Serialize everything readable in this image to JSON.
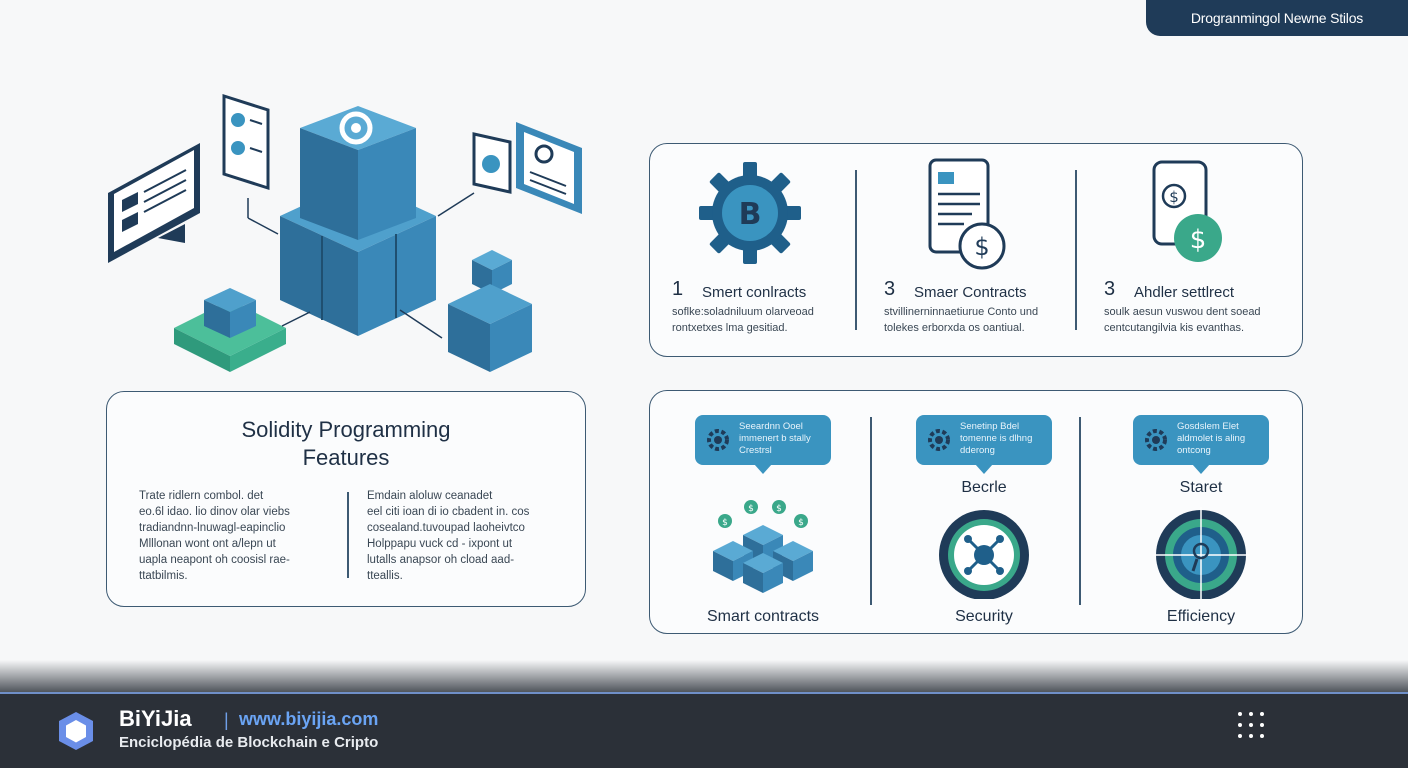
{
  "header": {
    "tag": "Drogranmingol Newne Stilos"
  },
  "left_card": {
    "title_line1": "Solidity Programming",
    "title_line2": "Features",
    "para1": [
      "Trate  ridlern  combol. det",
      "eo.6l idao.  lio  dinov  olar  viebs",
      "tradiandnn-lnuwagl-eapinclio",
      "Mlllonan  wont  ont  a/lepn  ut",
      "uapla  neapont  oh  coosisl  rae-",
      "ttatbilmis."
    ],
    "para2": [
      "Emdain  aloluw  ceanadet",
      "eel  citi ioan  di io  cbadent in. cos",
      "cosealand.tuvoupad laoheivtco",
      "Holppapu  vuck  cd  -  ixpont  ut",
      "lutalls  anapsor  oh  cload  aad-",
      "tteallis."
    ]
  },
  "top_features": [
    {
      "icon": "bitcoin-gear-icon",
      "number": "1",
      "title": "Smert conlracts",
      "desc": [
        "soflke:soladniluum  olarveoad",
        "rontxetxes lma gesitiad."
      ]
    },
    {
      "icon": "document-dollar-icon",
      "number": "3",
      "title": "Smaer Contracts",
      "desc": [
        "stvillinerninnaetiurue  Conto und",
        "tolekes erborxda os oantiual."
      ]
    },
    {
      "icon": "phone-dollar-icon",
      "number": "3",
      "title": "Ahdler  settlrect",
      "desc": [
        "soulk aesun vuswou  dent soead",
        "centcutangilvia kis evanthas."
      ]
    }
  ],
  "bottom_features": [
    {
      "bubble": [
        "Seeardnn  Ooel",
        "immenert  b  stally",
        "Crestrsl"
      ],
      "subtitle": "",
      "label": "Smart contracts"
    },
    {
      "bubble": [
        "Senetinp  Bdel",
        "tomenne  is  dlhng",
        "dderong"
      ],
      "subtitle": "Becrle",
      "label": "Security"
    },
    {
      "bubble": [
        "Gosdslem  Elet",
        "aldmolet  is  aling",
        "ontcong"
      ],
      "subtitle": "Staret",
      "label": "Efficiency"
    }
  ],
  "footer": {
    "brand": "BiYiJia",
    "separator": "|",
    "url": "www.biyijia.com",
    "tagline": "Enciclopédia de Blockchain e Cripto"
  },
  "colors": {
    "navy": "#1f3b58",
    "blue": "#3a94c0",
    "teal": "#3aa88a",
    "footer_bg": "#2b3038",
    "url": "#6aa4f4"
  }
}
